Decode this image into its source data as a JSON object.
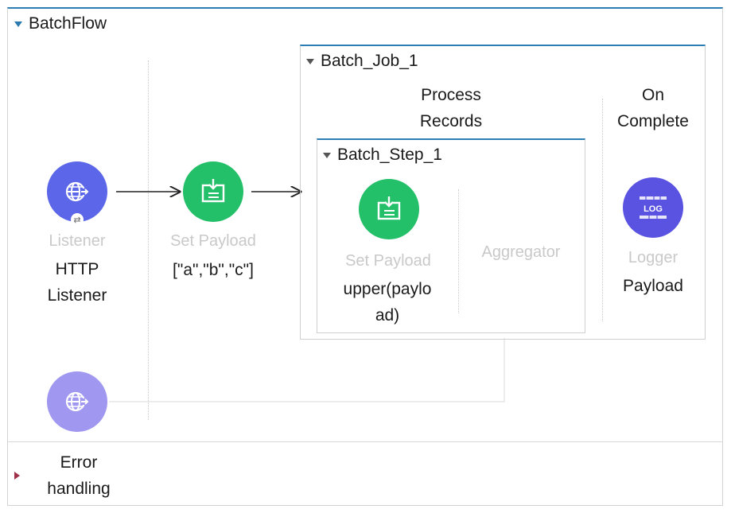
{
  "flow": {
    "title": "BatchFlow"
  },
  "listener": {
    "type_label": "Listener",
    "name_line1": "HTTP",
    "name_line2": "Listener",
    "icon": "globe-arrow-icon",
    "sub_icon": "reconnect-icon"
  },
  "set_payload_1": {
    "type_label": "Set Payload",
    "value": "[\"a\",\"b\",\"c\"]",
    "icon": "set-payload-icon"
  },
  "batch_job": {
    "title": "Batch_Job_1",
    "process_records_line1": "Process",
    "process_records_line2": "Records",
    "on_complete_line1": "On",
    "on_complete_line2": "Complete"
  },
  "batch_step": {
    "title": "Batch_Step_1",
    "set_payload": {
      "type_label": "Set Payload",
      "value_line1": "upper(paylo",
      "value_line2": "ad)",
      "icon": "set-payload-icon"
    },
    "aggregator_label": "Aggregator"
  },
  "logger": {
    "type_label": "Logger",
    "value": "Payload",
    "icon_text": "LOG",
    "icon": "logger-icon"
  },
  "error_source": {
    "icon": "globe-arrow-icon"
  },
  "error_handling": {
    "line1": "Error",
    "line2": "handling"
  },
  "colors": {
    "accent": "#2d7fb3",
    "listener": "#5b67e8",
    "set_payload": "#23c069",
    "logger": "#5a52e0",
    "error_source": "#9f97f0"
  }
}
